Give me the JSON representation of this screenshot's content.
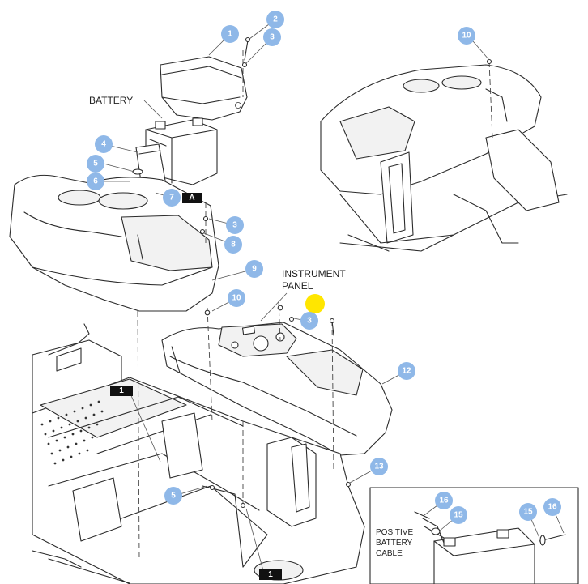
{
  "labels": {
    "battery": "BATTERY",
    "instrument_panel_line1": "INSTRUMENT",
    "instrument_panel_line2": "PANEL",
    "positive_battery_cable_line1": "POSITIVE",
    "positive_battery_cable_line2": "BATTERY",
    "positive_battery_cable_line3": "CABLE"
  },
  "callouts": {
    "c1": "1",
    "c2": "2",
    "c3a": "3",
    "c3b": "3",
    "c3c": "3",
    "c4": "4",
    "c5a": "5",
    "c5b": "5",
    "c6": "6",
    "c7": "7",
    "c8": "8",
    "c9": "9",
    "c10a": "10",
    "c10b": "10",
    "c12": "12",
    "c13": "13",
    "c15a": "15",
    "c15b": "15",
    "c16a": "16",
    "c16b": "16"
  },
  "tags": {
    "t_a": "A",
    "t_1a": "1",
    "t_1b": "1"
  },
  "colors": {
    "callout": "#8fb8e8",
    "highlight": "#ffe600",
    "tag": "#111111"
  }
}
